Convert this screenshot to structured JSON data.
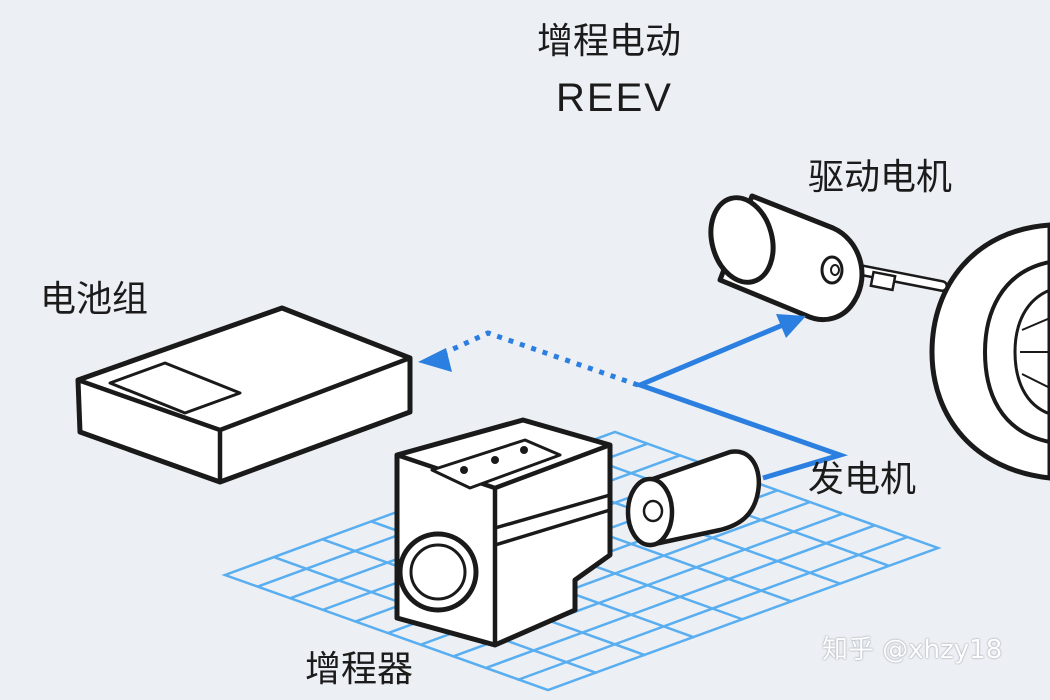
{
  "title": "增程电动",
  "subtitle": "REEV",
  "labels": {
    "drive_motor": "驱动电机",
    "battery_pack": "电池组",
    "generator": "发电机",
    "range_extender": "增程器"
  },
  "watermark": "知乎 @xhzy18",
  "colors": {
    "background": "#eceff3",
    "flow_arrow": "#2b7fe0",
    "grid": "#58aef0",
    "outline": "#1a1a1a",
    "component_fill": "#ffffff"
  }
}
